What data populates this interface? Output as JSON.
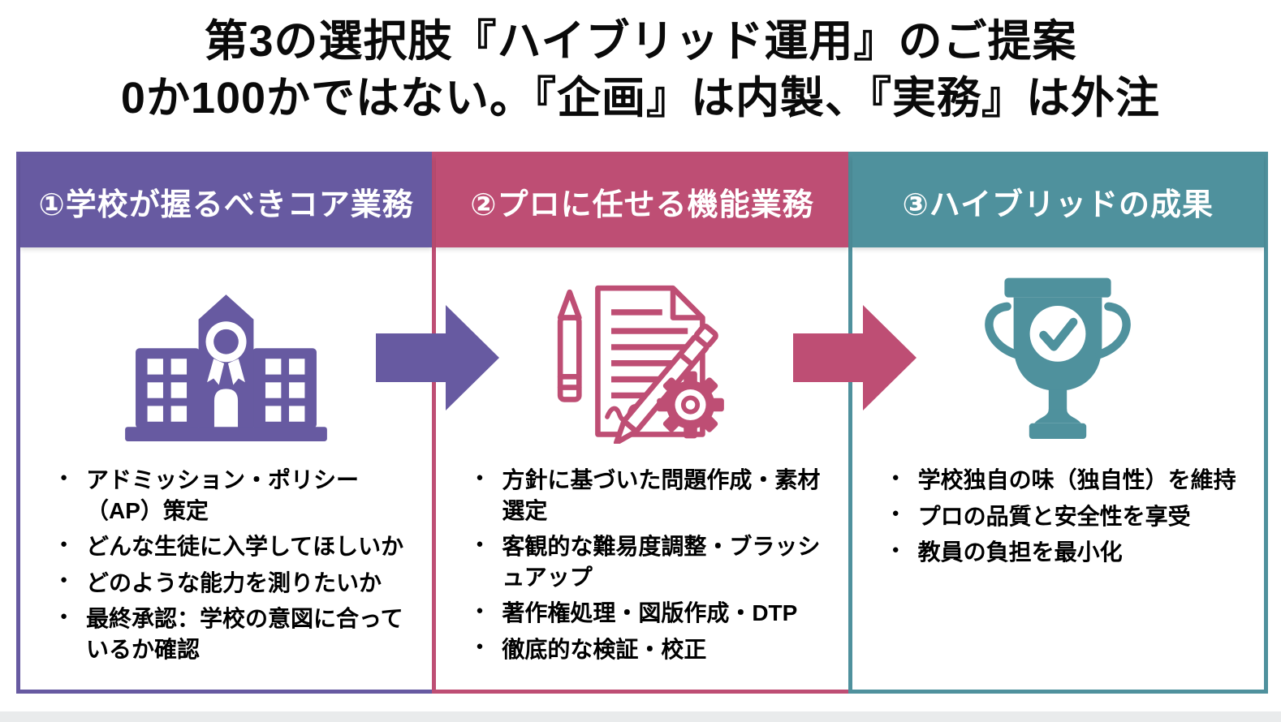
{
  "title": {
    "line1": "第3の選択肢『ハイブリッド運用』のご提案",
    "line2": "0か100かではない。『企画』は内製、『実務』は外注"
  },
  "colors": {
    "purple": "#675AA1",
    "pink": "#BE4E74",
    "teal": "#4F919D",
    "title_text": "#0a0a0a",
    "body_text": "#000000",
    "background": "#ffffff",
    "bottom_bar": "#e9ebec"
  },
  "columns": [
    {
      "header": "①学校が握るべきコア業務",
      "accent_color": "#675AA1",
      "icon": "school-building-award-icon",
      "bullets": [
        "アドミッション・ポリシー（AP）策定",
        "どんな生徒に入学してほしいか",
        "どのような能力を測りたいか",
        "最終承認：学校の意図に合っているか確認"
      ]
    },
    {
      "header": "②プロに任せる機能業務",
      "accent_color": "#BE4E74",
      "icon": "document-pen-gear-icon",
      "bullets": [
        "方針に基づいた問題作成・素材選定",
        "客観的な難易度調整・ブラッシュアップ",
        "著作権処理・図版作成・DTP",
        "徹底的な検証・校正"
      ]
    },
    {
      "header": "③ハイブリッドの成果",
      "accent_color": "#4F919D",
      "icon": "trophy-check-icon",
      "bullets": [
        "学校独自の味（独自性）を維持",
        "プロの品質と安全性を享受",
        "教員の負担を最小化"
      ]
    }
  ],
  "arrows": [
    {
      "name": "arrow-core-to-pro",
      "direction": "right",
      "color": "#675AA1"
    },
    {
      "name": "arrow-pro-to-result",
      "direction": "right",
      "color": "#BE4E74"
    }
  ]
}
